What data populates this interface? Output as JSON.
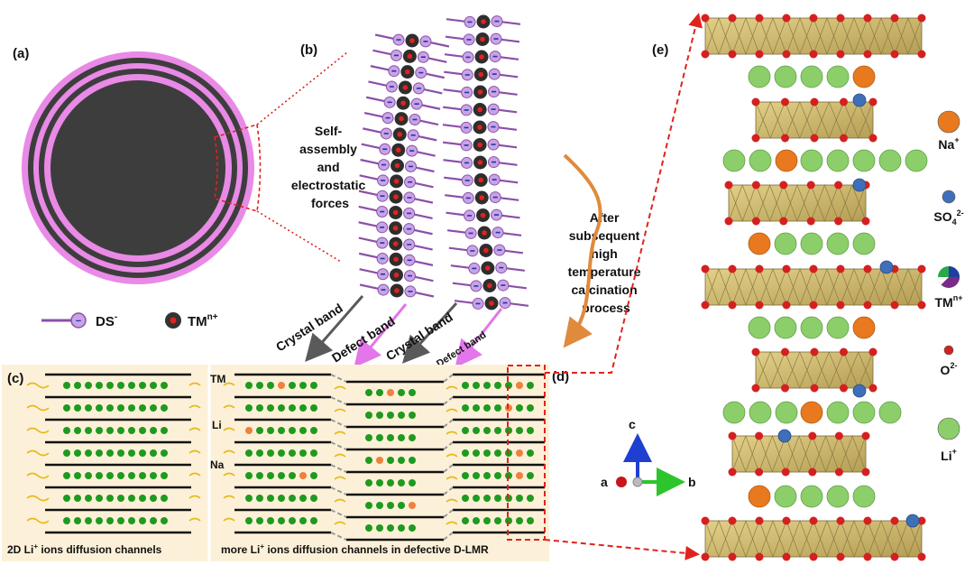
{
  "panel_labels": {
    "a": "(a)",
    "b": "(b)",
    "c": "(c)",
    "d": "(d)",
    "e": "(e)"
  },
  "panel_b": {
    "self_assembly_lines": [
      "Self-",
      "assembly",
      "and",
      "electrostatic",
      "forces"
    ],
    "after_lines": [
      "After",
      "subsequent",
      "high",
      "temperature",
      "calcination",
      "process"
    ]
  },
  "legend_left": {
    "ds": "DS",
    "ds_sup": "-",
    "tm": "TM",
    "tm_sup": "n+"
  },
  "bands": {
    "crystal_1": "Crystal band",
    "defect_1": "Defect band",
    "crystal_2": "Crystal band",
    "defect_2": "Defect band"
  },
  "panel_c": {
    "caption_pre": "2D Li",
    "caption_sup": "+",
    "caption_post": " ions diffusion channels"
  },
  "panel_d": {
    "tm_label": "TM",
    "li_label": "Li",
    "na_label": "Na",
    "caption_pre": "more Li",
    "caption_sup": "+",
    "caption_post": " ions diffusion channels in defective D-LMR"
  },
  "axes": {
    "a": "a",
    "b": "b",
    "c": "c"
  },
  "legend_right": [
    {
      "name": "Na",
      "sup": "+",
      "sub": "",
      "color": "#e8791e"
    },
    {
      "name": "SO",
      "sup": "2-",
      "sub": "4",
      "color": "#3f6fb8"
    },
    {
      "name": "TM",
      "sup": "n+",
      "sub": "",
      "color": "#7a2a8a"
    },
    {
      "name": "O",
      "sup": "2-",
      "sub": "",
      "color": "#d42020"
    },
    {
      "name": "Li",
      "sup": "+",
      "sub": "",
      "color": "#8ccf6a"
    }
  ],
  "colors": {
    "pink": "#e98ae6",
    "dark": "#3a3a3a",
    "purple": "#8b4fa8",
    "red_dashed": "#e0231c",
    "panel_bg": "#fcf1d8",
    "li_green": "#1f9a1f",
    "na_orange": "#f08040",
    "crystal_arrow": "#666666",
    "defect_arrow": "#e276ea",
    "curve_arrow": "#e08a3c"
  }
}
